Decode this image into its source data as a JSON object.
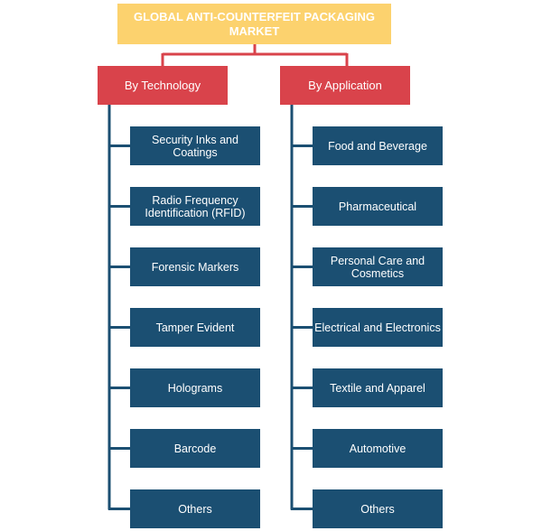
{
  "colors": {
    "root": "#fcd26e",
    "category": "#d9434b",
    "leaf": "#1b4f72",
    "connector_top": "#d9434b",
    "connector_tree": "#1b4f72"
  },
  "root": {
    "title": "GLOBAL ANTI-COUNTERFEIT PACKAGING\nMARKET"
  },
  "categories": [
    {
      "label": "By Technology",
      "items": [
        "Security Inks and\nCoatings",
        "Radio Frequency\nIdentification (RFID)",
        "Forensic Markers",
        "Tamper Evident",
        "Holograms",
        "Barcode",
        "Others"
      ]
    },
    {
      "label": "By Application",
      "items": [
        "Food and Beverage",
        "Pharmaceutical",
        "Personal Care and\nCosmetics",
        "Electrical and Electronics",
        "Textile and Apparel",
        "Automotive",
        "Others"
      ]
    }
  ]
}
